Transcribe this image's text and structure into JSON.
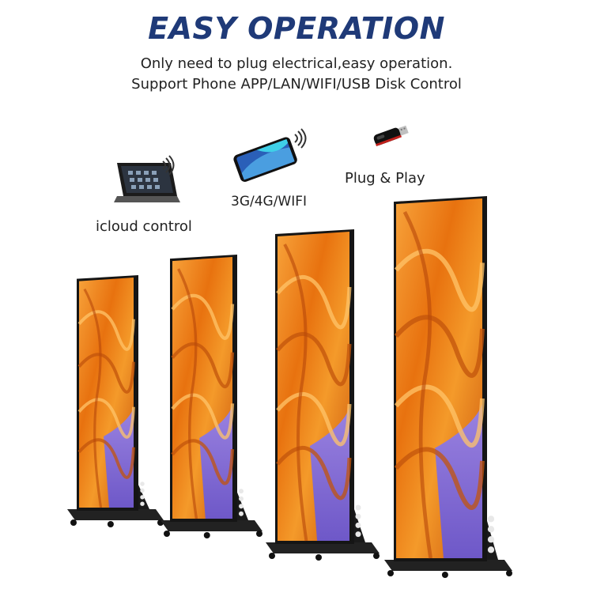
{
  "header": {
    "title": "EASY OPERATION",
    "line1": "Only need to plug electrical,easy operation.",
    "line2": "Support Phone APP/LAN/WIFI/USB Disk Control"
  },
  "features": {
    "tablet_label": "icloud control",
    "phone_label": "3G/4G/WIFI",
    "usb_label": "Plug & Play"
  },
  "icons": [
    "tablet-icon",
    "smartphone-icon",
    "usb-drive-icon",
    "wifi-signal-icon"
  ],
  "colors": {
    "title": "#1f3a78",
    "screen_orange": "#f08a1a",
    "screen_purple": "#8a6fd8",
    "frame": "#1a1a1a"
  },
  "products": [
    "poster-display-1",
    "poster-display-2",
    "poster-display-3",
    "poster-display-4"
  ]
}
